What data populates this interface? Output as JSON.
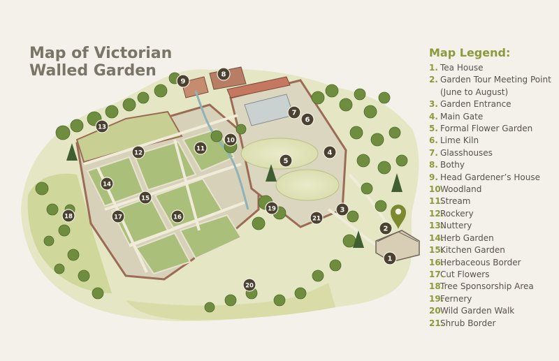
{
  "title": {
    "line1": "Map of Victorian",
    "line2": "Walled Garden"
  },
  "legend": {
    "title": "Map Legend:",
    "items": [
      {
        "num": "1.",
        "label": "Tea House"
      },
      {
        "num": "2.",
        "label": "Garden Tour Meeting Point (June to August)"
      },
      {
        "num": "3.",
        "label": "Garden Entrance"
      },
      {
        "num": "4.",
        "label": "Main Gate"
      },
      {
        "num": "5.",
        "label": "Formal Flower Garden"
      },
      {
        "num": "6.",
        "label": "Lime Kiln"
      },
      {
        "num": "7.",
        "label": "Glasshouses"
      },
      {
        "num": "8.",
        "label": "Bothy"
      },
      {
        "num": "9.",
        "label": "Head Gardener’s House"
      },
      {
        "num": "10.",
        "label": "Woodland"
      },
      {
        "num": "11.",
        "label": "Stream"
      },
      {
        "num": "12.",
        "label": "Rockery"
      },
      {
        "num": "13.",
        "label": "Nuttery"
      },
      {
        "num": "14.",
        "label": "Herb Garden"
      },
      {
        "num": "15.",
        "label": "Kitchen Garden"
      },
      {
        "num": "16.",
        "label": "Herbaceous Border"
      },
      {
        "num": "17.",
        "label": "Cut Flowers"
      },
      {
        "num": "18.",
        "label": "Tree Sponsorship Area"
      },
      {
        "num": "19.",
        "label": "Fernery"
      },
      {
        "num": "20.",
        "label": "Wild Garden Walk"
      },
      {
        "num": "21.",
        "label": "Shrub Border"
      }
    ]
  },
  "markers": [
    "1",
    "2",
    "3",
    "4",
    "5",
    "6",
    "7",
    "8",
    "9",
    "10",
    "11",
    "12",
    "13",
    "14",
    "15",
    "16",
    "17",
    "18",
    "19",
    "20",
    "21"
  ],
  "colors": {
    "background": "#f3f1ea",
    "title": "#7a7568",
    "accent": "#8a9a3c",
    "marker": "#4a4131",
    "marker_text": "#ffffff",
    "pin": "#7b8a2e"
  },
  "icons": {
    "pin": "map-pin-icon"
  }
}
